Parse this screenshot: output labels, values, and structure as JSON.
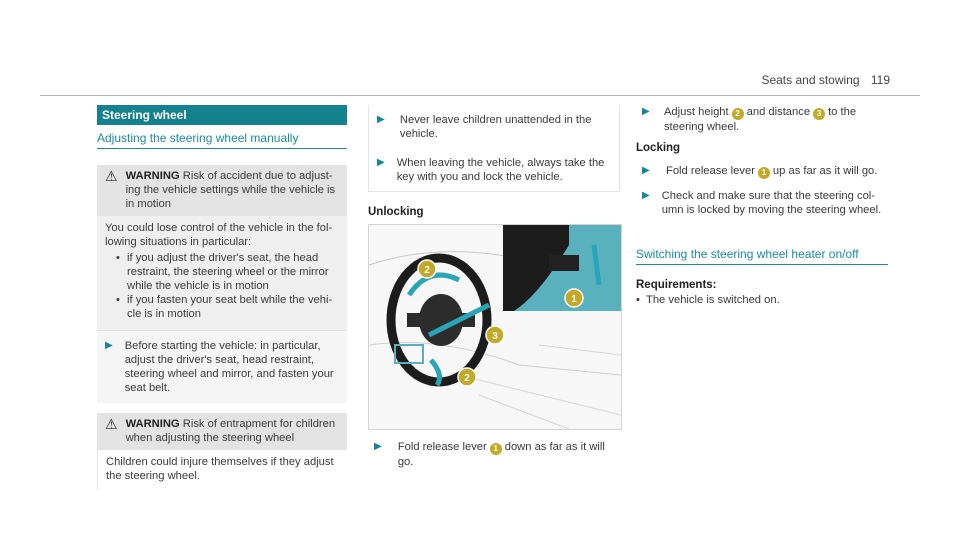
{
  "header": {
    "section": "Seats and stowing",
    "page": "119"
  },
  "col1": {
    "title": "Steering wheel",
    "subtitle": "Adjusting the steering wheel manually",
    "warning1": {
      "label": "WARNING",
      "text": "Risk of accident due to adjust-ing the vehicle settings while the vehicle is in motion",
      "body": "You could lose control of the vehicle in the fol-lowing situations in particular:",
      "bullets": [
        "if you adjust the driver's seat, the head restraint, the steering wheel or the mirror while the vehicle is in motion",
        "if you fasten your seat belt while the vehi-cle is in motion"
      ],
      "step": "Before starting the vehicle: in particular, adjust the driver's seat, head restraint, steering wheel and mirror, and fasten your seat belt."
    },
    "warning2": {
      "label": "WARNING",
      "text": "Risk of entrapment for children when adjusting the steering wheel",
      "body": "Children could injure themselves if they adjust the steering wheel."
    }
  },
  "col2": {
    "steps": [
      "Never leave children unattended in the vehicle.",
      "When leaving the vehicle, always take the key with you and lock the vehicle."
    ],
    "unlocking": "Unlocking",
    "figure_callouts": [
      "1",
      "2",
      "3",
      "2"
    ],
    "fold_down_pre": "Fold release lever",
    "fold_down_num": "1",
    "fold_down_post": "down as far as it will go."
  },
  "col3": {
    "adjust_pre": "Adjust height",
    "adjust_num2": "2",
    "adjust_mid": "and distance",
    "adjust_num3": "3",
    "adjust_post": "to the steering wheel.",
    "locking": "Locking",
    "fold_up_pre": "Fold release lever",
    "fold_up_num": "1",
    "fold_up_post": "up as far as it will go.",
    "check": "Check and make sure that the steering col-umn is locked by moving the steering wheel.",
    "heater_title": "Switching the steering wheel heater on/off",
    "req_title": "Requirements:",
    "req_item": "The vehicle is switched on."
  },
  "colors": {
    "accent": "#14818f",
    "callout": "#c4a828",
    "arrow": "#2aa5b8"
  }
}
